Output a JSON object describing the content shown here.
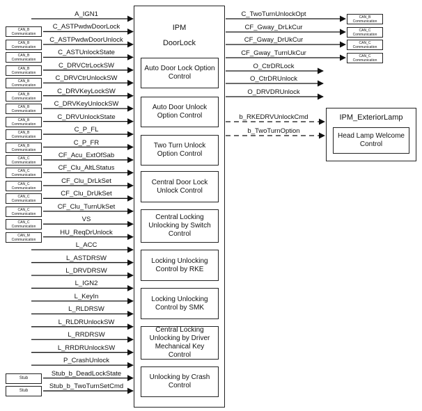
{
  "ipm": {
    "title": "IPM",
    "subtitle": "DoorLock"
  },
  "blocks": [
    "Auto Door Lock Option Control",
    "Auto Door Unlock Option Control",
    "Two Turn Unlock Option Control",
    "Central Door Lock Unlock Control",
    "Central Locking Unlocking by Switch Control",
    "Locking Unlocking Control by RKE",
    "Locking Unlocking Control by SMK",
    "Central Locking Unlocking by Driver Mechanical Key Control",
    "Unlocking by Crash Control"
  ],
  "inputs": [
    {
      "name": "A_IGN1",
      "source": ""
    },
    {
      "name": "C_ASTPwdwDoorLock",
      "source": "CAN_B Communication"
    },
    {
      "name": "C_ASTPwdwDoorUnlock",
      "source": "CAN_B Communication"
    },
    {
      "name": "C_ASTUnlockState",
      "source": "CAN_B Communication"
    },
    {
      "name": "C_DRVCtrLockSW",
      "source": "CAN_B Communication"
    },
    {
      "name": "C_DRVCtrUnlockSW",
      "source": "CAN_B Communication"
    },
    {
      "name": "C_DRVKeyLockSW",
      "source": "CAN_B Communication"
    },
    {
      "name": "C_DRVKeyUnlockSW",
      "source": "CAN_B Communication"
    },
    {
      "name": "C_DRVUnlockState",
      "source": "CAN_B Communication"
    },
    {
      "name": "C_P_FL",
      "source": "CAN_B Communication"
    },
    {
      "name": "C_P_FR",
      "source": "CAN_B Communication"
    },
    {
      "name": "CF_Acu_ExtOfSab",
      "source": "CAN_C Communication"
    },
    {
      "name": "CF_Clu_AltLStatus",
      "source": "CAN_C Communication"
    },
    {
      "name": "CF_Clu_DrLkSet",
      "source": "CAN_C Communication"
    },
    {
      "name": "CF_Clu_DrUkSet",
      "source": "CAN_C Communication"
    },
    {
      "name": "CF_Clu_TurnUkSet",
      "source": "CAN_C Communication"
    },
    {
      "name": "VS",
      "source": "CAN_C Communication"
    },
    {
      "name": "HU_ReqDrUnlock",
      "source": "CAN_M Communication"
    },
    {
      "name": "L_ACC",
      "source": ""
    },
    {
      "name": "L_ASTDRSW",
      "source": ""
    },
    {
      "name": "L_DRVDRSW",
      "source": ""
    },
    {
      "name": "L_IGN2",
      "source": ""
    },
    {
      "name": "L_KeyIn",
      "source": ""
    },
    {
      "name": "L_RLDRSW",
      "source": ""
    },
    {
      "name": "L_RLDRUnlockSW",
      "source": ""
    },
    {
      "name": "L_RRDRSW",
      "source": ""
    },
    {
      "name": "L_RRDRUnlockSW",
      "source": ""
    },
    {
      "name": "P_CrashUnlock",
      "source": ""
    },
    {
      "name": "Stub_b_DeadLockState",
      "source": "Stub"
    },
    {
      "name": "Stub_b_TwoTurnSetCmd",
      "source": "Stub"
    }
  ],
  "outputs": [
    {
      "name": "C_TwoTurnUnlockOpt",
      "target": "CAN_B Communication"
    },
    {
      "name": "CF_Gway_DrLkCur",
      "target": "CAN_C Communication"
    },
    {
      "name": "CF_Gway_DrUkCur",
      "target": "CAN_C Communication"
    },
    {
      "name": "CF_Gway_TurnUkCur",
      "target": "CAN_C Communication"
    },
    {
      "name": "O_CtrDRLock",
      "target": ""
    },
    {
      "name": "O_CtrDRUnlock",
      "target": ""
    },
    {
      "name": "O_DRVDRUnlock",
      "target": ""
    },
    {
      "name": "b_RKEDRVUnlockCmd",
      "target": "IPM_ExteriorLamp",
      "dashed": true
    },
    {
      "name": "b_TwoTurnOption",
      "target": "IPM_ExteriorLamp",
      "dashed": true
    }
  ],
  "exterior": {
    "title": "IPM_ExteriorLamp",
    "block": "Head Lamp Welcome Control"
  }
}
